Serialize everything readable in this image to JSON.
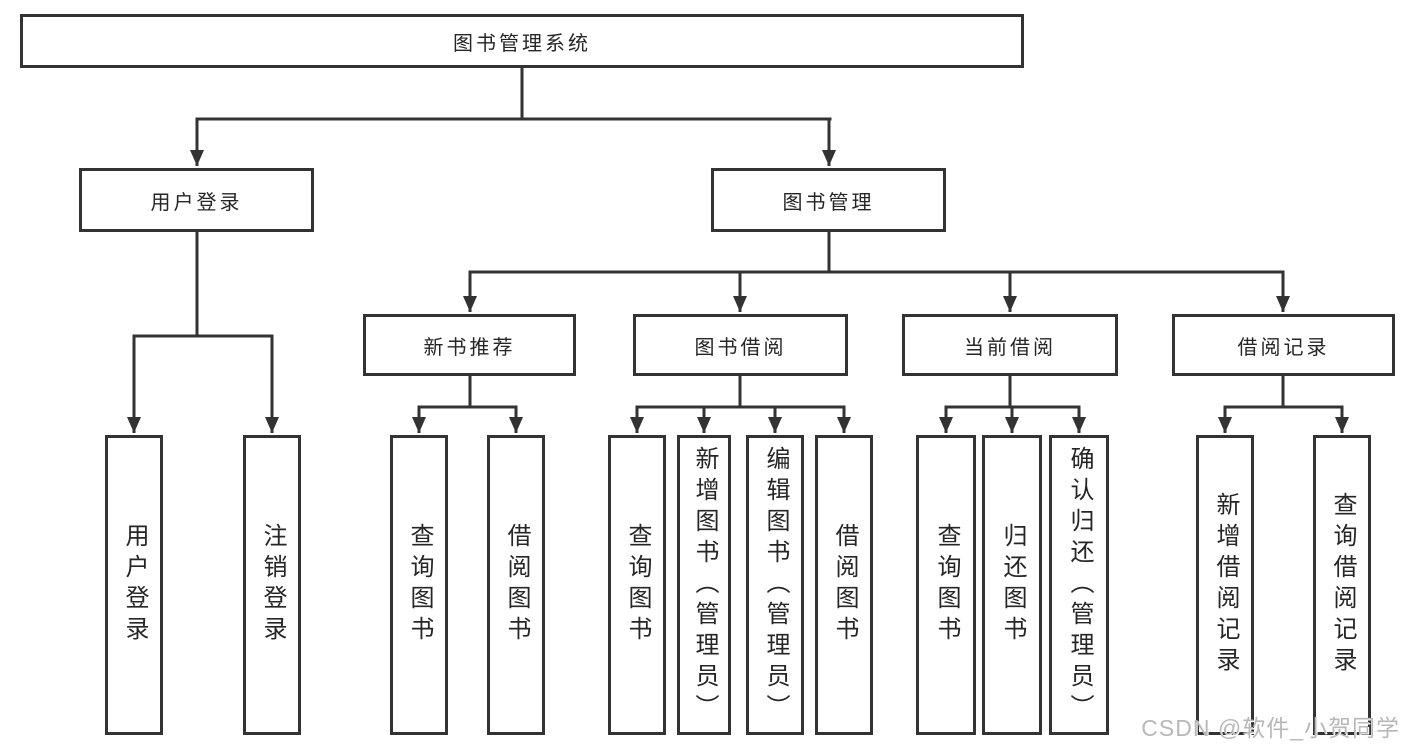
{
  "tree": {
    "label": "图书管理系统",
    "children": [
      {
        "label": "用户登录",
        "children": [
          {
            "label": "用户登录"
          },
          {
            "label": "注销登录"
          }
        ]
      },
      {
        "label": "图书管理",
        "children": [
          {
            "label": "新书推荐",
            "children": [
              {
                "label": "查询图书"
              },
              {
                "label": "借阅图书"
              }
            ]
          },
          {
            "label": "图书借阅",
            "children": [
              {
                "label": "查询图书"
              },
              {
                "label": "新增图书（管理员）"
              },
              {
                "label": "编辑图书（管理员）"
              },
              {
                "label": "借阅图书"
              }
            ]
          },
          {
            "label": "当前借阅",
            "children": [
              {
                "label": "查询图书"
              },
              {
                "label": "归还图书"
              },
              {
                "label": "确认归还（管理员）"
              }
            ]
          },
          {
            "label": "借阅记录",
            "children": [
              {
                "label": "新增借阅记录"
              },
              {
                "label": "查询借阅记录"
              }
            ]
          }
        ]
      }
    ]
  },
  "watermark": {
    "text": "CSDN @软件_小贺同学"
  },
  "colors": {
    "line": "#333333",
    "text": "#262626",
    "box_background": "#ffffff",
    "watermark": "#b8b8b8"
  }
}
